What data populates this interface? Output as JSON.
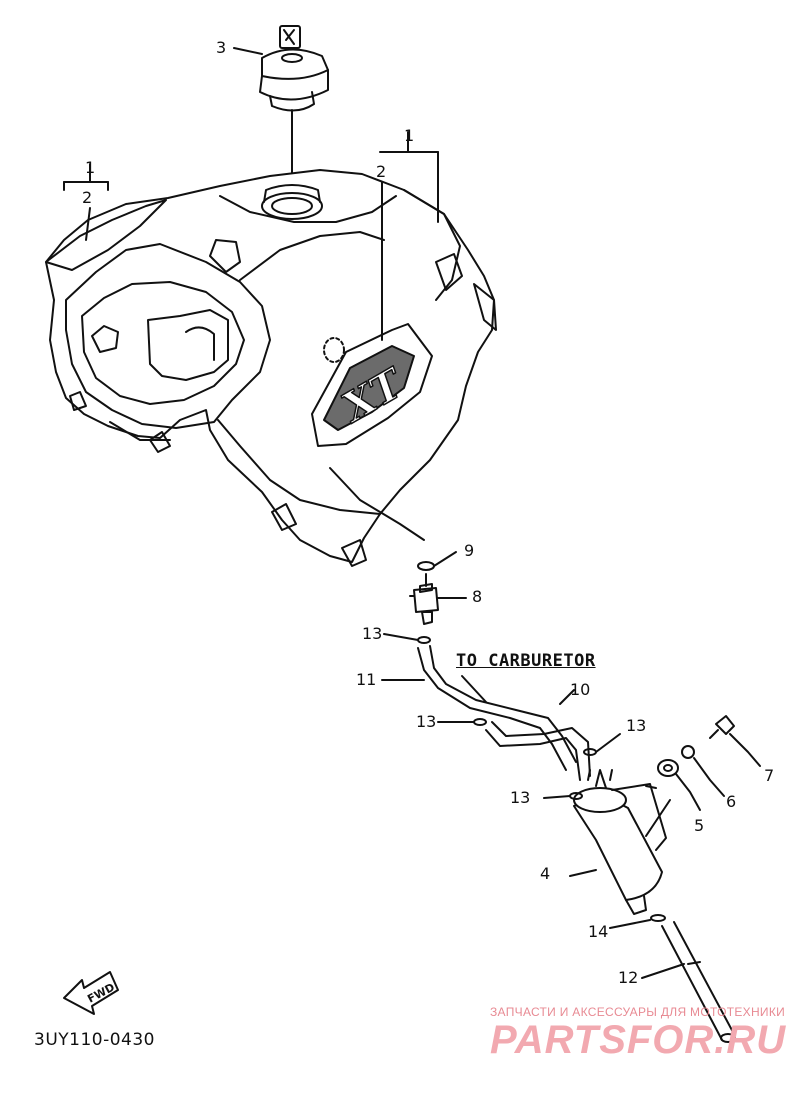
{
  "diagram": {
    "part_labels": [
      {
        "id": "p1-left",
        "text": "1"
      },
      {
        "id": "p2-left",
        "text": "2"
      },
      {
        "id": "p1-right",
        "text": "1"
      },
      {
        "id": "p2-right",
        "text": "2"
      },
      {
        "id": "p3",
        "text": "3"
      },
      {
        "id": "p4",
        "text": "4"
      },
      {
        "id": "p5",
        "text": "5"
      },
      {
        "id": "p6",
        "text": "6"
      },
      {
        "id": "p7",
        "text": "7"
      },
      {
        "id": "p8",
        "text": "8"
      },
      {
        "id": "p9",
        "text": "9"
      },
      {
        "id": "p10",
        "text": "10"
      },
      {
        "id": "p11",
        "text": "11"
      },
      {
        "id": "p12",
        "text": "12"
      },
      {
        "id": "p13a",
        "text": "13"
      },
      {
        "id": "p13b",
        "text": "13"
      },
      {
        "id": "p13c",
        "text": "13"
      },
      {
        "id": "p13d",
        "text": "13"
      },
      {
        "id": "p14",
        "text": "14"
      }
    ],
    "callout": "TO CARBURETOR",
    "fwd_arrow_text": "FWD",
    "tank_decal_text": "XT",
    "diagram_code": "3UY110-0430"
  },
  "watermark": {
    "tagline": "ЗАПЧАСТИ И АКСЕССУАРЫ ДЛЯ МОТОТЕХНИКИ",
    "brand": "PARTSFOR.RU"
  },
  "colors": {
    "line": "#111111",
    "watermark": "#f2a9b0"
  }
}
